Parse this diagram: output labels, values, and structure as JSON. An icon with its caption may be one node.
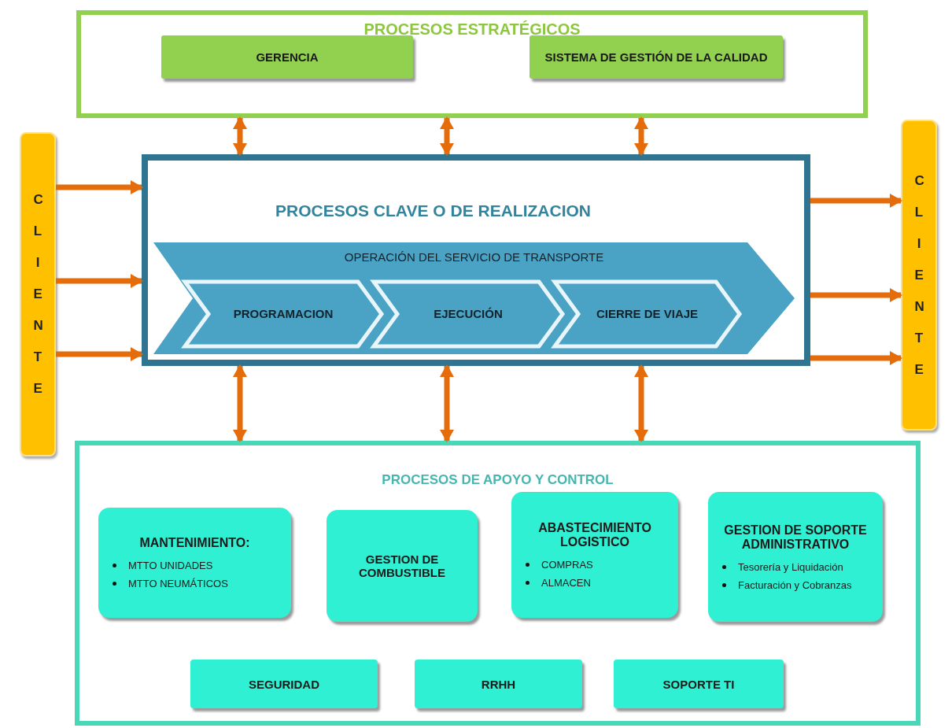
{
  "diagram": {
    "nodes": [
      {
        "text": [
          "PROCESOS ESTRATÉGICOS"
        ]
      },
      {
        "text": [
          "GERENCIA"
        ],
        "in": 0
      },
      {
        "text": [
          "SISTEMA DE GESTIÓN DE LA CALIDAD"
        ],
        "in": 0
      },
      {
        "text": [
          "CLIENTE"
        ]
      },
      {
        "text": [
          "PROCESOS CLAVE O DE REALIZACION"
        ]
      },
      {
        "text": [
          "OPERACIÓN DEL SERVICIO DE TRANSPORTE"
        ],
        "in": 4
      },
      {
        "text": [
          "PROGRAMACION"
        ],
        "in": 5
      },
      {
        "text": [
          "EJECUCIÓN"
        ],
        "in": 5
      },
      {
        "text": [
          "CIERRE DE VIAJE"
        ],
        "in": 5
      },
      {
        "text": [
          "CLIENTE"
        ]
      },
      {
        "text": [
          "PROCESOS DE APOYO Y CONTROL"
        ]
      },
      {
        "text": [
          "MANTENIMIENTO:",
          "MTTO UNIDADES",
          "MTTO NEUMÁTICOS"
        ],
        "in": 10
      },
      {
        "text": [
          "GESTION DE COMBUSTIBLE"
        ],
        "in": 10
      },
      {
        "text": [
          "ABASTECIMIENTO LOGISTICO",
          "COMPRAS",
          "ALMACEN"
        ],
        "in": 10
      },
      {
        "text": [
          "GESTION DE SOPORTE ADMINISTRATIVO",
          "Tesorería y Liquidación",
          "Facturación y Cobranzas"
        ],
        "in": 10
      },
      {
        "text": [
          "SEGURIDAD"
        ],
        "in": 10
      },
      {
        "text": [
          "RRHH"
        ],
        "in": 10
      },
      {
        "text": [
          "SOPORTE TI"
        ],
        "in": 10
      }
    ],
    "edges": [
      {
        "from": 0,
        "to": 4,
        "arrow": "both"
      },
      {
        "from": 0,
        "to": 4,
        "arrow": "both"
      },
      {
        "from": 0,
        "to": 4,
        "arrow": "both"
      },
      {
        "from": 3,
        "to": 4,
        "arrow": "to"
      },
      {
        "from": 3,
        "to": 4,
        "arrow": "to"
      },
      {
        "from": 3,
        "to": 4,
        "arrow": "to"
      },
      {
        "from": 4,
        "to": 9,
        "arrow": "to"
      },
      {
        "from": 4,
        "to": 9,
        "arrow": "to"
      },
      {
        "from": 4,
        "to": 9,
        "arrow": "to"
      },
      {
        "from": 4,
        "to": 10,
        "arrow": "both"
      },
      {
        "from": 4,
        "to": 10,
        "arrow": "both"
      },
      {
        "from": 4,
        "to": 10,
        "arrow": "both"
      }
    ]
  }
}
